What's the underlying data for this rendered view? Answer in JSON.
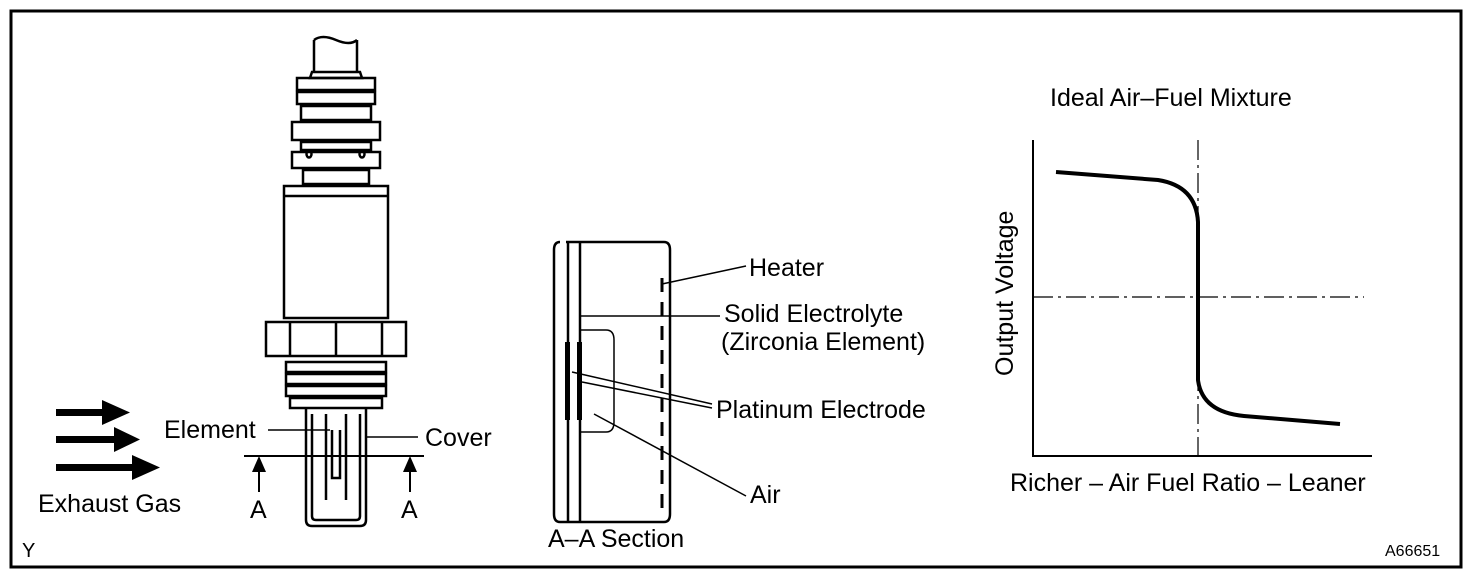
{
  "sensor": {
    "element_label": "Element",
    "cover_label": "Cover",
    "exhaust_label": "Exhaust Gas",
    "section_mark_left": "A",
    "section_mark_right": "A"
  },
  "section": {
    "title": "A–A Section",
    "heater": "Heater",
    "solid_electrolyte_line1": "Solid Electrolyte",
    "solid_electrolyte_line2": "(Zirconia Element)",
    "platinum_electrode": "Platinum Electrode",
    "air": "Air"
  },
  "chart": {
    "title": "Ideal Air–Fuel Mixture",
    "ylabel": "Output Voltage",
    "xlabel": "Richer – Air Fuel Ratio – Leaner"
  },
  "corner_letter": "Y",
  "figure_code": "A66651",
  "colors": {
    "ink": "#000000",
    "background": "#ffffff"
  }
}
